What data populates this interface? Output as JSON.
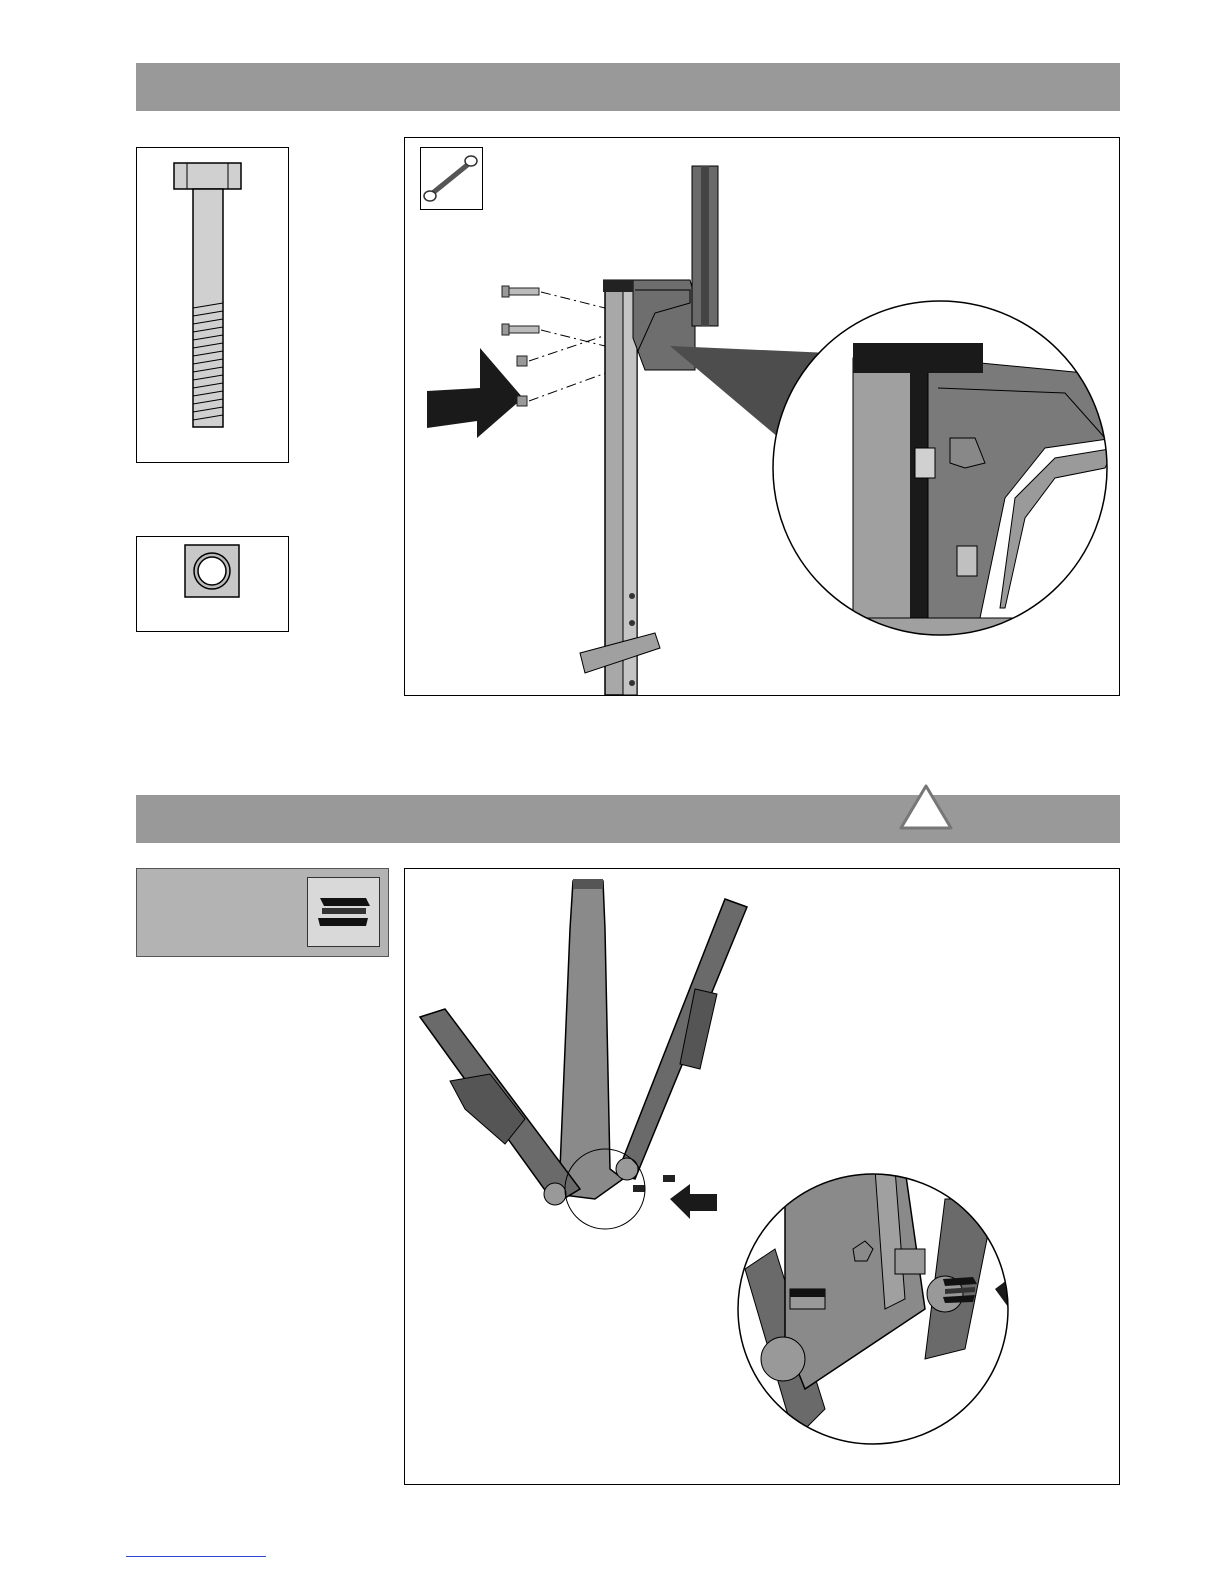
{
  "page": {
    "section_bars": 2,
    "warning_icon": "warning-triangle-icon"
  },
  "parts": {
    "bolt_icon": "hex-bolt-icon",
    "nut_icon": "square-nut-icon",
    "pad_icon": "foot-pad-icon"
  },
  "figures": {
    "step1_icon": "wrench-icon",
    "step1": "frame-upright-with-bracket-and-bolts",
    "step2": "base-frame-with-foot-pads"
  },
  "colors": {
    "bar": "#999999",
    "part_gray": "#a6a6a6",
    "dark": "#4d4d4d"
  }
}
